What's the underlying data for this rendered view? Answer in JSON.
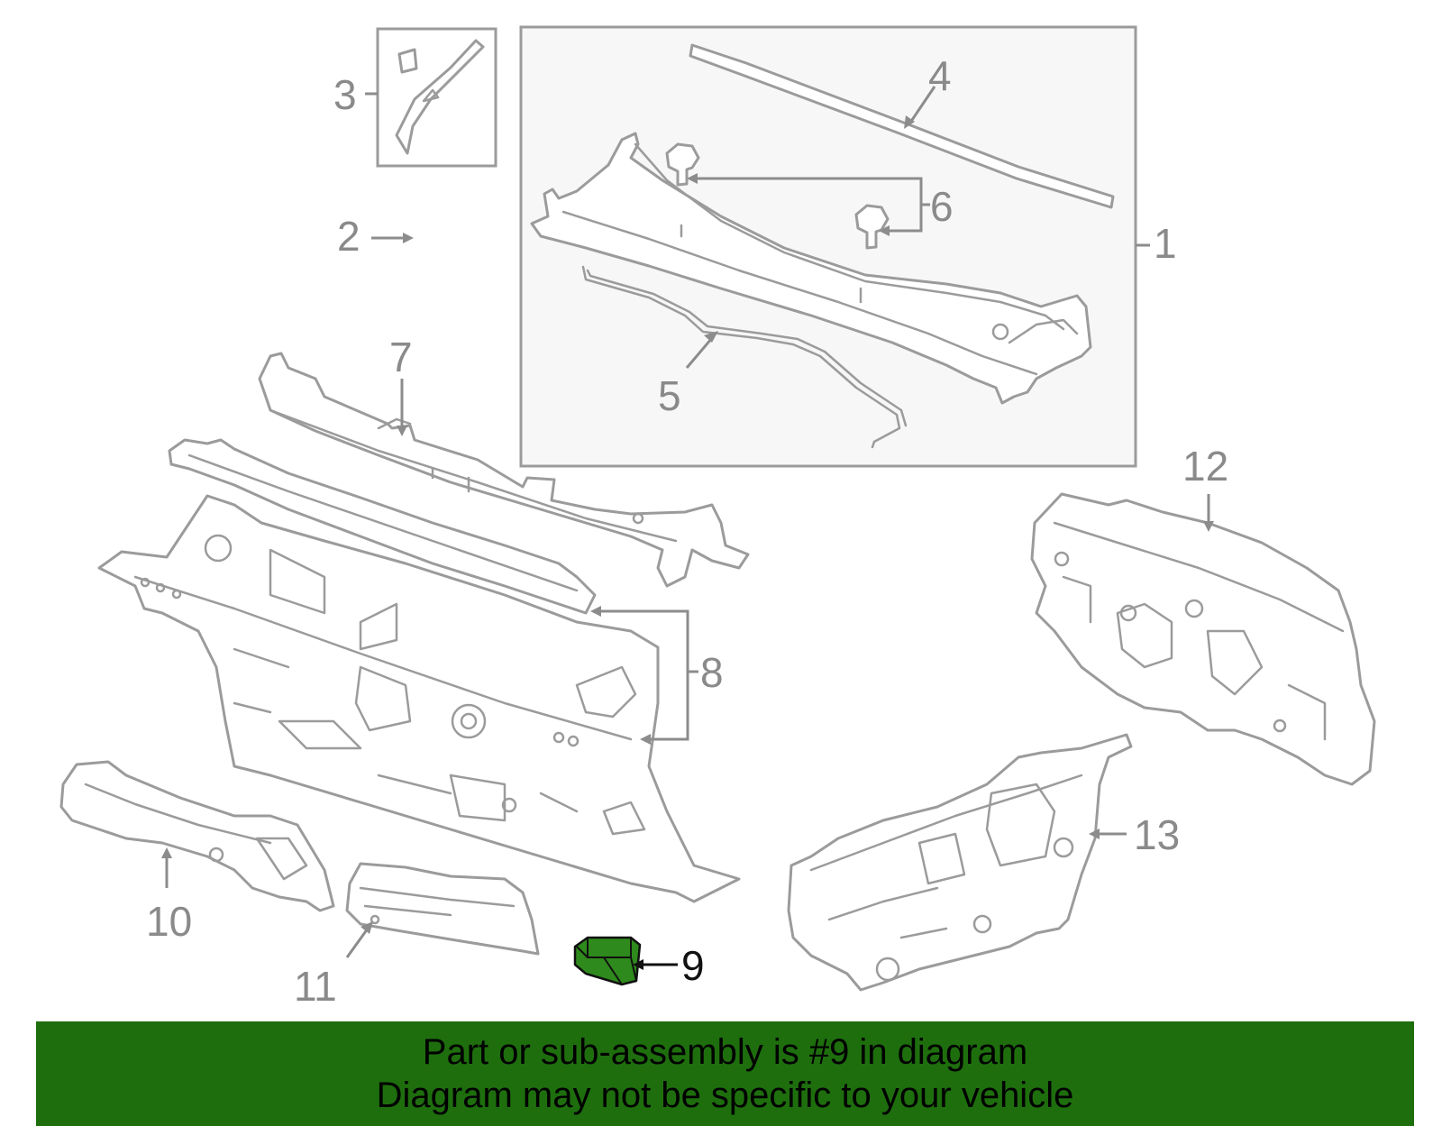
{
  "callouts": [
    {
      "id": "1",
      "label": "1"
    },
    {
      "id": "2",
      "label": "2"
    },
    {
      "id": "3",
      "label": "3"
    },
    {
      "id": "4",
      "label": "4"
    },
    {
      "id": "5",
      "label": "5"
    },
    {
      "id": "6",
      "label": "6"
    },
    {
      "id": "7",
      "label": "7"
    },
    {
      "id": "8",
      "label": "8"
    },
    {
      "id": "9",
      "label": "9"
    },
    {
      "id": "10",
      "label": "10"
    },
    {
      "id": "11",
      "label": "11"
    },
    {
      "id": "12",
      "label": "12"
    },
    {
      "id": "13",
      "label": "13"
    }
  ],
  "highlighted_part": "9",
  "banner": {
    "line1": "Part or sub-assembly is #9 in diagram",
    "line2": "Diagram may not be specific to your vehicle",
    "color": "#1e6e0e"
  },
  "colors": {
    "outline": "#9b9b9b",
    "highlight_fill": "#2e8a1c"
  }
}
